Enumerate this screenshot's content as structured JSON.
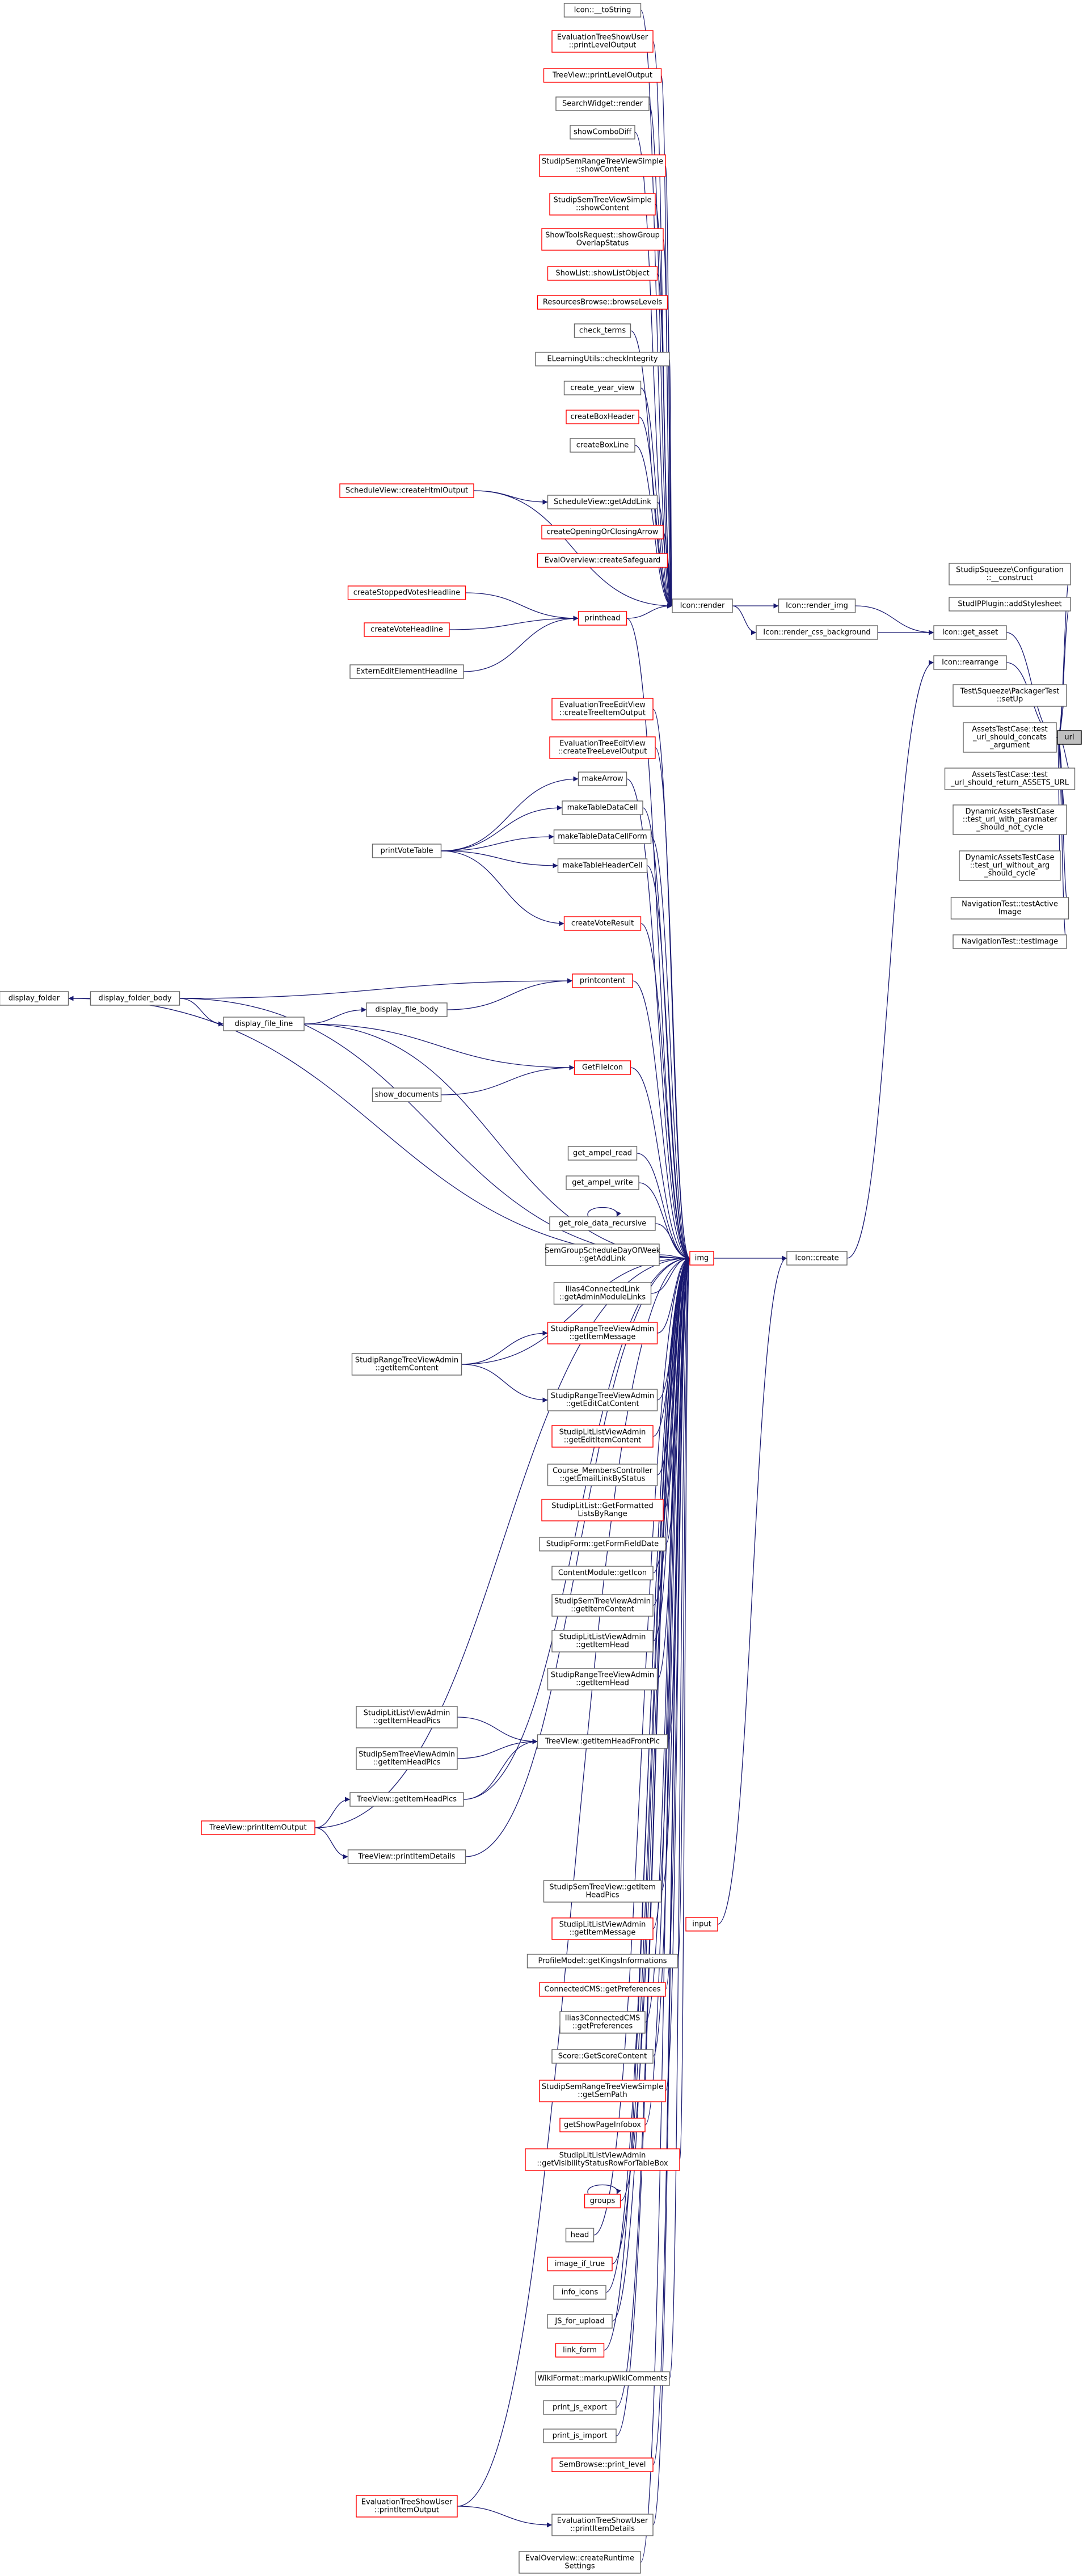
{
  "colors": {
    "edge": "#191970",
    "normal_border": "#666666",
    "truncated_border": "#ff0000",
    "root_fill": "#bfbfbf",
    "root_border": "#000000"
  },
  "nodes": [
    {
      "id": "icon_tostring",
      "lines": [
        "Icon::__toString"
      ],
      "style": "black"
    },
    {
      "id": "etsu_plo",
      "lines": [
        "EvaluationTreeShowUser",
        "::printLevelOutput"
      ],
      "style": "red"
    },
    {
      "id": "tv_plo",
      "lines": [
        "TreeView::printLevelOutput"
      ],
      "style": "red"
    },
    {
      "id": "sw_render",
      "lines": [
        "SearchWidget::render"
      ],
      "style": "black"
    },
    {
      "id": "show_combo_diff",
      "lines": [
        "showComboDiff"
      ],
      "style": "black"
    },
    {
      "id": "ssrtvs_sc",
      "lines": [
        "StudipSemRangeTreeViewSimple",
        "::showContent"
      ],
      "style": "red"
    },
    {
      "id": "sstvs_sc",
      "lines": [
        "StudipSemTreeViewSimple",
        "::showContent"
      ],
      "style": "red"
    },
    {
      "id": "stpr_sgos",
      "lines": [
        "ShowToolsRequest::showGroup",
        "OverlapStatus"
      ],
      "style": "red"
    },
    {
      "id": "sl_slo",
      "lines": [
        "ShowList::showListObject"
      ],
      "style": "red"
    },
    {
      "id": "rb_bl",
      "lines": [
        "ResourcesBrowse::browseLevels"
      ],
      "style": "red"
    },
    {
      "id": "check_terms",
      "lines": [
        "check_terms"
      ],
      "style": "black"
    },
    {
      "id": "elu_ci",
      "lines": [
        "ELearningUtils::checkIntegrity"
      ],
      "style": "black"
    },
    {
      "id": "create_year_view",
      "lines": [
        "create_year_view"
      ],
      "style": "black"
    },
    {
      "id": "create_box_header",
      "lines": [
        "createBoxHeader"
      ],
      "style": "red"
    },
    {
      "id": "create_box_line",
      "lines": [
        "createBoxLine"
      ],
      "style": "black"
    },
    {
      "id": "sv_cho",
      "lines": [
        "ScheduleView::createHtmlOutput"
      ],
      "style": "red"
    },
    {
      "id": "sv_gal",
      "lines": [
        "ScheduleView::getAddLink"
      ],
      "style": "black"
    },
    {
      "id": "create_oc_arrow",
      "lines": [
        "createOpeningOrClosingArrow"
      ],
      "style": "red"
    },
    {
      "id": "eo_cs",
      "lines": [
        "EvalOverview::createSafeguard"
      ],
      "style": "red"
    },
    {
      "id": "create_stopped_votes",
      "lines": [
        "createStoppedVotesHeadline"
      ],
      "style": "red"
    },
    {
      "id": "printhead",
      "lines": [
        "printhead"
      ],
      "style": "red"
    },
    {
      "id": "create_vote_headline",
      "lines": [
        "createVoteHeadline"
      ],
      "style": "red"
    },
    {
      "id": "eee_ceh",
      "lines": [
        "ExternEditElementHeadline"
      ],
      "style": "black"
    },
    {
      "id": "icon_render",
      "lines": [
        "Icon::render"
      ],
      "style": "black"
    },
    {
      "id": "icon_render_img",
      "lines": [
        "Icon::render_img"
      ],
      "style": "black"
    },
    {
      "id": "icon_render_cssbg",
      "lines": [
        "Icon::render_css_background"
      ],
      "style": "black"
    },
    {
      "id": "icon_get_asset",
      "lines": [
        "Icon::get_asset"
      ],
      "style": "black"
    },
    {
      "id": "icon_rearrange",
      "lines": [
        "Icon::rearrange"
      ],
      "style": "black"
    },
    {
      "id": "sq_construct",
      "lines": [
        "StudipSqueeze\\Configuration",
        "::__construct"
      ],
      "style": "black"
    },
    {
      "id": "spm_as",
      "lines": [
        "StudIPPlugin::addStylesheet"
      ],
      "style": "black"
    },
    {
      "id": "tspt_setup",
      "lines": [
        "Test\\Squeeze\\PackagerTest",
        "::setUp"
      ],
      "style": "black"
    },
    {
      "id": "at_concats",
      "lines": [
        "AssetsTestCase::test",
        "_url_should_concats",
        "_argument"
      ],
      "style": "black"
    },
    {
      "id": "at_return",
      "lines": [
        "AssetsTestCase::test",
        "_url_should_return_ASSETS_URL"
      ],
      "style": "black"
    },
    {
      "id": "dat_not_cycle",
      "lines": [
        "DynamicAssetsTestCase",
        "::test_url_with_paramater",
        "_should_not_cycle"
      ],
      "style": "black"
    },
    {
      "id": "dat_cycle",
      "lines": [
        "DynamicAssetsTestCase",
        "::test_url_without_arg",
        "_should_cycle"
      ],
      "style": "black"
    },
    {
      "id": "nt_active_img",
      "lines": [
        "NavigationTest::testActive",
        "Image"
      ],
      "style": "black"
    },
    {
      "id": "nt_img",
      "lines": [
        "NavigationTest::testImage"
      ],
      "style": "black"
    },
    {
      "id": "url",
      "lines": [
        "url"
      ],
      "style": "root"
    },
    {
      "id": "etev_cti",
      "lines": [
        "EvaluationTreeEditView",
        "::createTreeItemOutput"
      ],
      "style": "red"
    },
    {
      "id": "etev_ctlo",
      "lines": [
        "EvaluationTreeEditView",
        "::createTreeLevelOutput"
      ],
      "style": "red"
    },
    {
      "id": "make_arrow",
      "lines": [
        "makeArrow"
      ],
      "style": "black"
    },
    {
      "id": "make_tdc",
      "lines": [
        "makeTableDataCell"
      ],
      "style": "black"
    },
    {
      "id": "make_tdcf",
      "lines": [
        "makeTableDataCellForm"
      ],
      "style": "black"
    },
    {
      "id": "make_thc",
      "lines": [
        "makeTableHeaderCell"
      ],
      "style": "black"
    },
    {
      "id": "print_vote_table",
      "lines": [
        "printVoteTable"
      ],
      "style": "black"
    },
    {
      "id": "create_vote_result",
      "lines": [
        "createVoteResult"
      ],
      "style": "red"
    },
    {
      "id": "display_folder",
      "lines": [
        "display_folder"
      ],
      "style": "black"
    },
    {
      "id": "display_folder_body",
      "lines": [
        "display_folder_body"
      ],
      "style": "black"
    },
    {
      "id": "printcontent",
      "lines": [
        "printcontent"
      ],
      "style": "red"
    },
    {
      "id": "display_file_body",
      "lines": [
        "display_file_body"
      ],
      "style": "black"
    },
    {
      "id": "display_file_line",
      "lines": [
        "display_file_line"
      ],
      "style": "black"
    },
    {
      "id": "get_file_icon",
      "lines": [
        "GetFileIcon"
      ],
      "style": "red"
    },
    {
      "id": "show_documents",
      "lines": [
        "show_documents"
      ],
      "style": "black"
    },
    {
      "id": "get_ampel_read",
      "lines": [
        "get_ampel_read"
      ],
      "style": "black"
    },
    {
      "id": "get_ampel_write",
      "lines": [
        "get_ampel_write"
      ],
      "style": "black"
    },
    {
      "id": "get_role_data",
      "lines": [
        "get_role_data_recursive"
      ],
      "style": "black"
    },
    {
      "id": "sgsdow_gal",
      "lines": [
        "SemGroupScheduleDayOfWeek",
        "::getAddLink"
      ],
      "style": "black"
    },
    {
      "id": "i4cl_gaml",
      "lines": [
        "Ilias4ConnectedLink",
        "::getAdminModuleLinks"
      ],
      "style": "black"
    },
    {
      "id": "srtva_gim",
      "lines": [
        "StudipRangeTreeViewAdmin",
        "::getItemMessage"
      ],
      "style": "red"
    },
    {
      "id": "srtva_gic",
      "lines": [
        "StudipRangeTreeViewAdmin",
        "::getItemContent"
      ],
      "style": "black"
    },
    {
      "id": "srtva_gecc",
      "lines": [
        "StudipRangeTreeViewAdmin",
        "::getEditCatContent"
      ],
      "style": "black"
    },
    {
      "id": "img",
      "lines": [
        "img"
      ],
      "style": "red"
    },
    {
      "id": "icon_create",
      "lines": [
        "Icon::create"
      ],
      "style": "black"
    },
    {
      "id": "sllva_geic",
      "lines": [
        "StudipLitListViewAdmin",
        "::getEditItemContent"
      ],
      "style": "red"
    },
    {
      "id": "cmc_gelbs",
      "lines": [
        "Course_MembersController",
        "::getEmailLinkByStatus"
      ],
      "style": "black"
    },
    {
      "id": "sll_gflbr",
      "lines": [
        "StudipLitList::GetFormatted",
        "ListsByRange"
      ],
      "style": "red"
    },
    {
      "id": "sf_gffd",
      "lines": [
        "StudipForm::getFormFieldDate"
      ],
      "style": "black"
    },
    {
      "id": "cm_gi",
      "lines": [
        "ContentModule::getIcon"
      ],
      "style": "black"
    },
    {
      "id": "sstva_gic",
      "lines": [
        "StudipSemTreeViewAdmin",
        "::getItemContent"
      ],
      "style": "black"
    },
    {
      "id": "sllva_gih",
      "lines": [
        "StudipLitListViewAdmin",
        "::getItemHead"
      ],
      "style": "black"
    },
    {
      "id": "srtva_gih",
      "lines": [
        "StudipRangeTreeViewAdmin",
        "::getItemHead"
      ],
      "style": "black"
    },
    {
      "id": "sllva_gihp",
      "lines": [
        "StudipLitListViewAdmin",
        "::getItemHeadPics"
      ],
      "style": "black"
    },
    {
      "id": "tv_gihfp",
      "lines": [
        "TreeView::getItemHeadFrontPic"
      ],
      "style": "black"
    },
    {
      "id": "sstva_gihp",
      "lines": [
        "StudipSemTreeViewAdmin",
        "::getItemHeadPics"
      ],
      "style": "black"
    },
    {
      "id": "tv_gihp",
      "lines": [
        "TreeView::getItemHeadPics"
      ],
      "style": "black"
    },
    {
      "id": "tv_pio",
      "lines": [
        "TreeView::printItemOutput"
      ],
      "style": "red"
    },
    {
      "id": "tv_pid",
      "lines": [
        "TreeView::printItemDetails"
      ],
      "style": "black"
    },
    {
      "id": "sstv_gihp",
      "lines": [
        "StudipSemTreeView::getItem",
        "HeadPics"
      ],
      "style": "black"
    },
    {
      "id": "sllva_gim",
      "lines": [
        "StudipLitListViewAdmin",
        "::getItemMessage"
      ],
      "style": "red"
    },
    {
      "id": "pm_gki",
      "lines": [
        "ProfileModel::getKingsInformations"
      ],
      "style": "black"
    },
    {
      "id": "ccms_gp",
      "lines": [
        "ConnectedCMS::getPreferences"
      ],
      "style": "red"
    },
    {
      "id": "i3ccms_gp",
      "lines": [
        "Ilias3ConnectedCMS",
        "::getPreferences"
      ],
      "style": "black"
    },
    {
      "id": "score_gsc",
      "lines": [
        "Score::GetScoreContent"
      ],
      "style": "black"
    },
    {
      "id": "ssrtvs_gsp",
      "lines": [
        "StudipSemRangeTreeViewSimple",
        "::getSemPath"
      ],
      "style": "red"
    },
    {
      "id": "get_show_page_infobox",
      "lines": [
        "getShowPageInfobox"
      ],
      "style": "red"
    },
    {
      "id": "sllva_gvsr",
      "lines": [
        "StudipLitListViewAdmin",
        "::getVisibilityStatusRowForTableBox"
      ],
      "style": "red"
    },
    {
      "id": "groups",
      "lines": [
        "groups"
      ],
      "style": "red"
    },
    {
      "id": "head",
      "lines": [
        "head"
      ],
      "style": "black"
    },
    {
      "id": "image_if_true",
      "lines": [
        "image_if_true"
      ],
      "style": "red"
    },
    {
      "id": "info_icons",
      "lines": [
        "info_icons"
      ],
      "style": "black"
    },
    {
      "id": "js_for_upload",
      "lines": [
        "JS_for_upload"
      ],
      "style": "black"
    },
    {
      "id": "link_form",
      "lines": [
        "link_form"
      ],
      "style": "red"
    },
    {
      "id": "input",
      "lines": [
        "input"
      ],
      "style": "red"
    },
    {
      "id": "wf_mwc",
      "lines": [
        "WikiFormat::markupWikiComments"
      ],
      "style": "black"
    },
    {
      "id": "print_js_export",
      "lines": [
        "print_js_export"
      ],
      "style": "black"
    },
    {
      "id": "print_js_import",
      "lines": [
        "print_js_import"
      ],
      "style": "black"
    },
    {
      "id": "sb_pl",
      "lines": [
        "SemBrowse::print_level"
      ],
      "style": "red"
    },
    {
      "id": "etsu_pio",
      "lines": [
        "EvaluationTreeShowUser",
        "::printItemOutput"
      ],
      "style": "red"
    },
    {
      "id": "etsu_pid",
      "lines": [
        "EvaluationTreeShowUser",
        "::printItemDetails"
      ],
      "style": "black"
    },
    {
      "id": "eo_crs",
      "lines": [
        "EvalOverview::createRuntime",
        "Settings"
      ],
      "style": "black"
    }
  ]
}
